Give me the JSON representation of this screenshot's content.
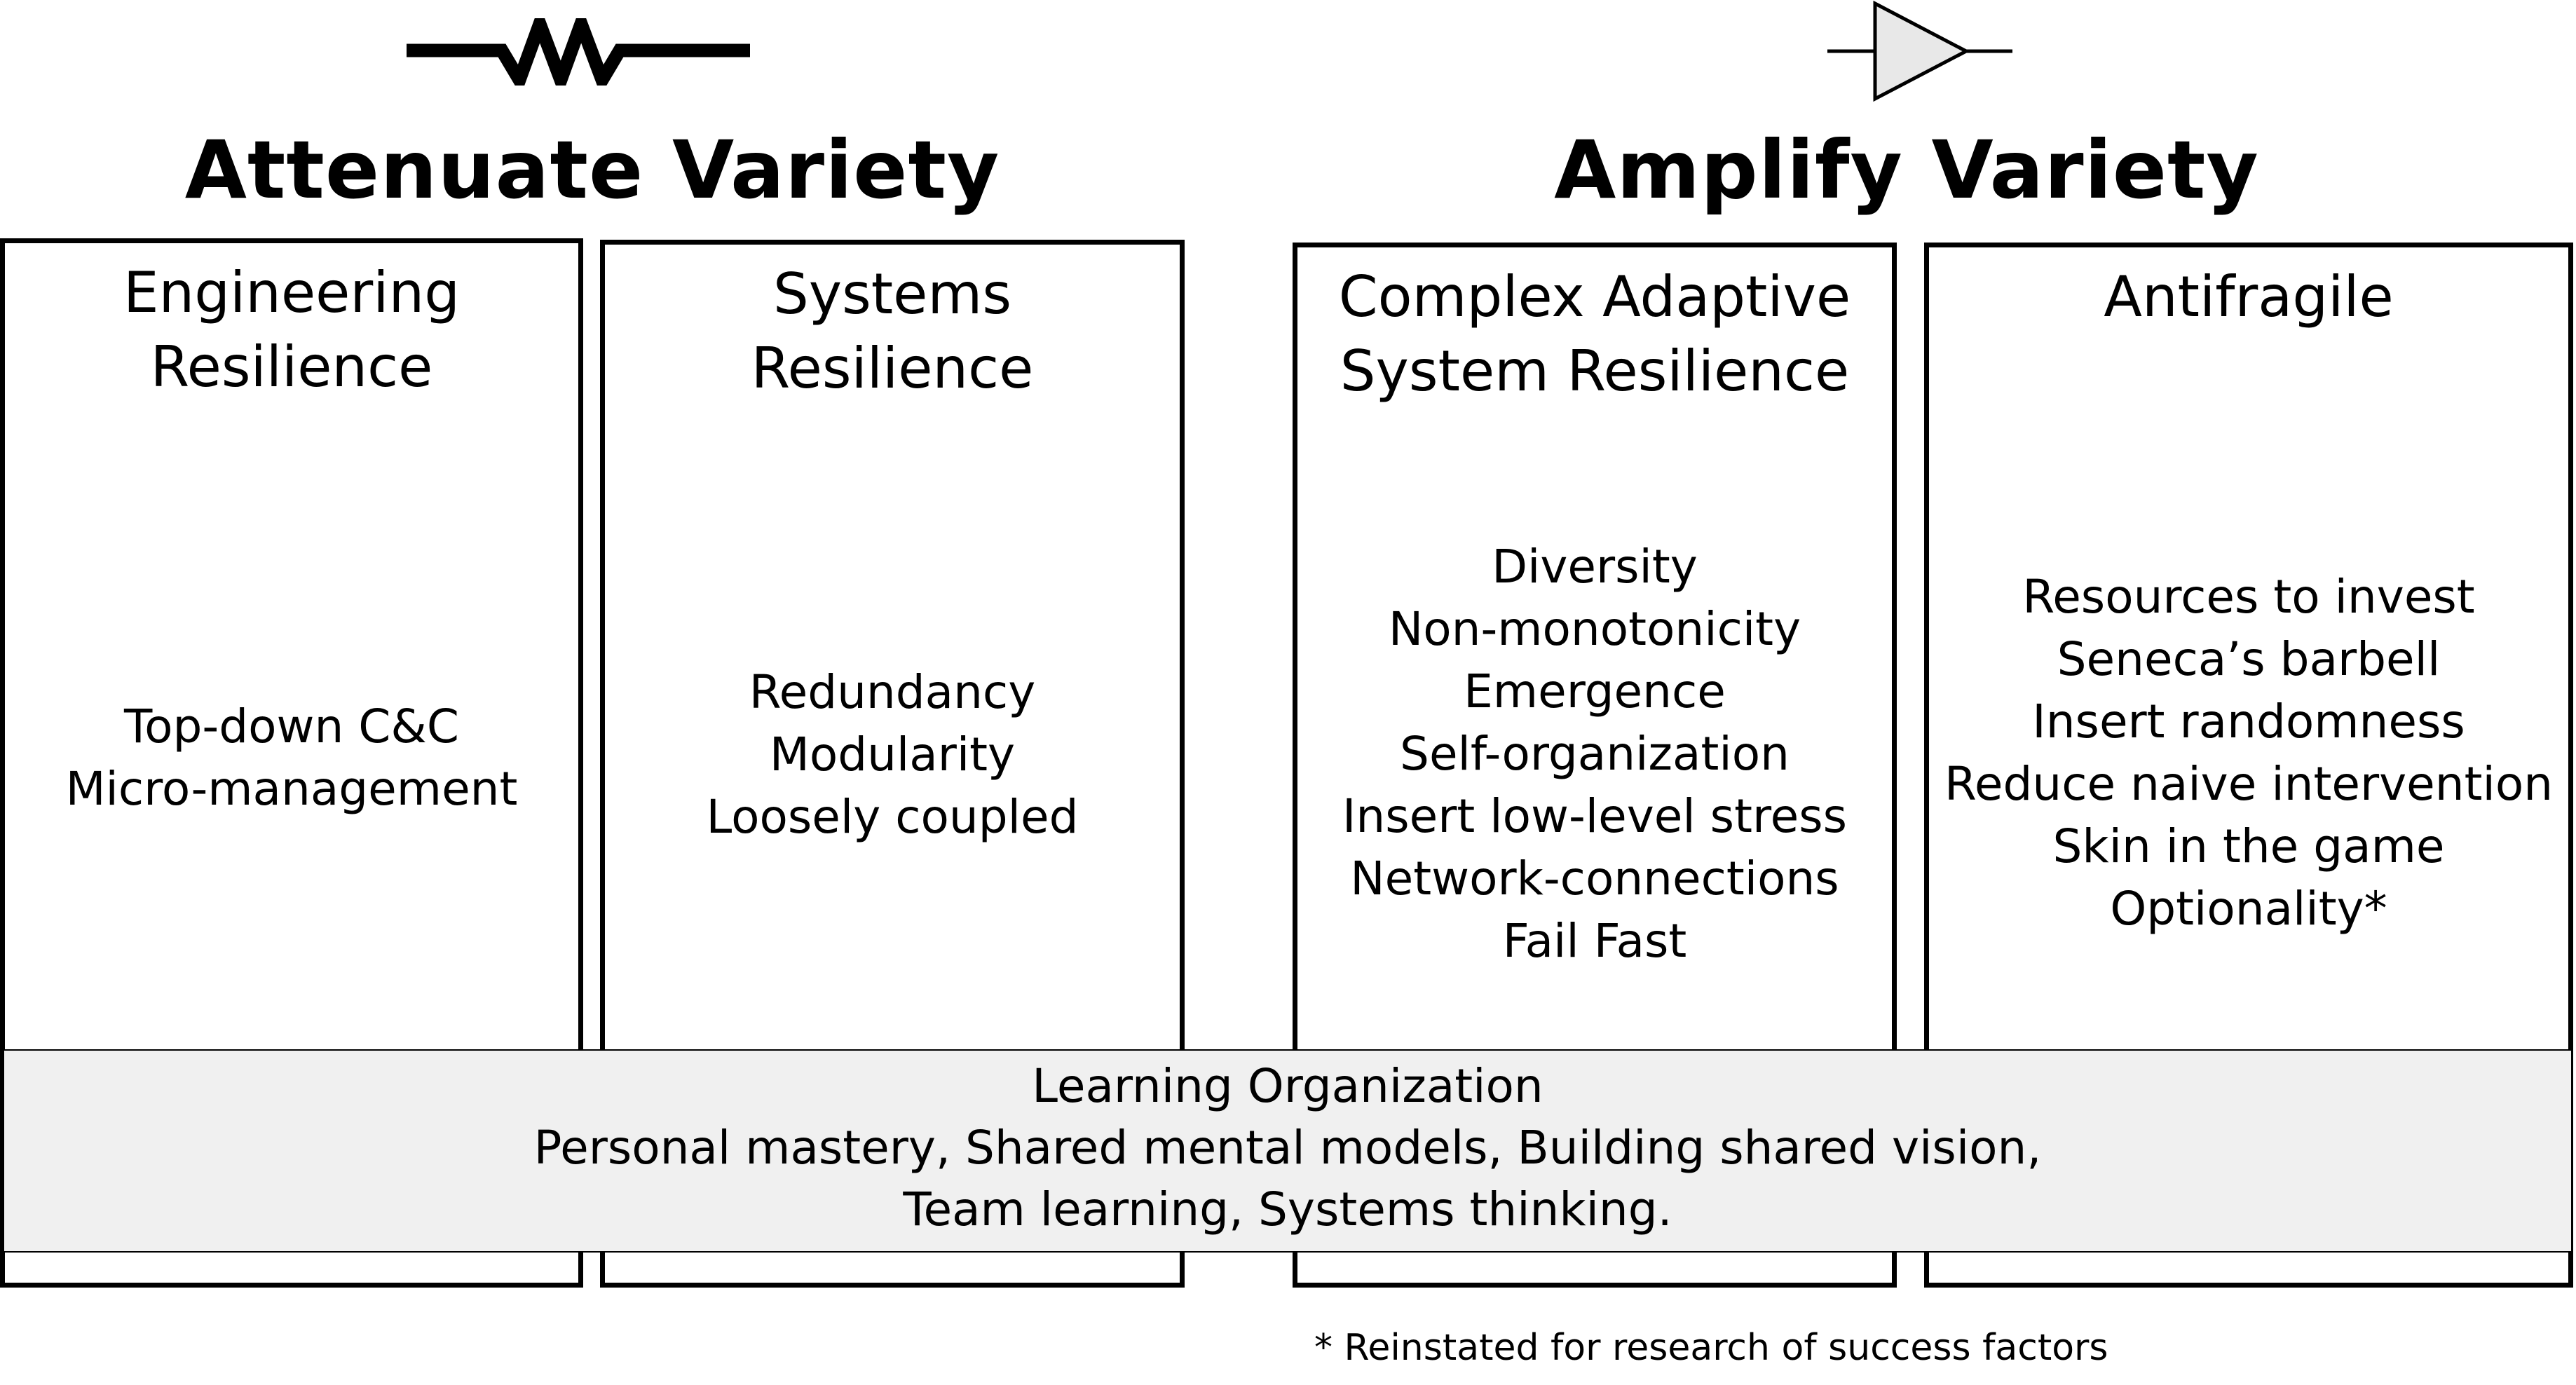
{
  "diagram": {
    "attenuate": {
      "heading": "Attenuate Variety",
      "symbol": "resistor-icon",
      "boxes": [
        {
          "title": [
            "Engineering",
            "Resilience"
          ],
          "items": [
            "Top-down C&C",
            "Micro-management"
          ]
        },
        {
          "title": [
            "Systems",
            "Resilience"
          ],
          "items": [
            "Redundancy",
            "Modularity",
            "Loosely coupled"
          ]
        }
      ]
    },
    "amplify": {
      "heading": "Amplify Variety",
      "symbol": "amplifier-triangle-icon",
      "boxes": [
        {
          "title": [
            "Complex Adaptive",
            "System Resilience"
          ],
          "items": [
            "Diversity",
            "Non-monotonicity",
            "Emergence",
            "Self-organization",
            "Insert low-level stress",
            "Network-connections",
            "Fail Fast"
          ]
        },
        {
          "title": [
            "Antifragile"
          ],
          "items": [
            "Resources to invest",
            "Seneca’s barbell",
            "Insert randomness",
            "Reduce naive intervention",
            "Skin in the game",
            "Optionality*"
          ]
        }
      ]
    },
    "learning_organization": {
      "title": "Learning Organization",
      "lines": [
        "Personal mastery, Shared mental models, Building shared vision,",
        "Team learning, Systems thinking."
      ]
    },
    "footnote": "* Reinstated for research of success factors",
    "colors": {
      "stroke": "#000000",
      "band_fill": "#f0f0f0",
      "amplifier_fill": "#e8e8e8",
      "background": "#ffffff"
    }
  }
}
